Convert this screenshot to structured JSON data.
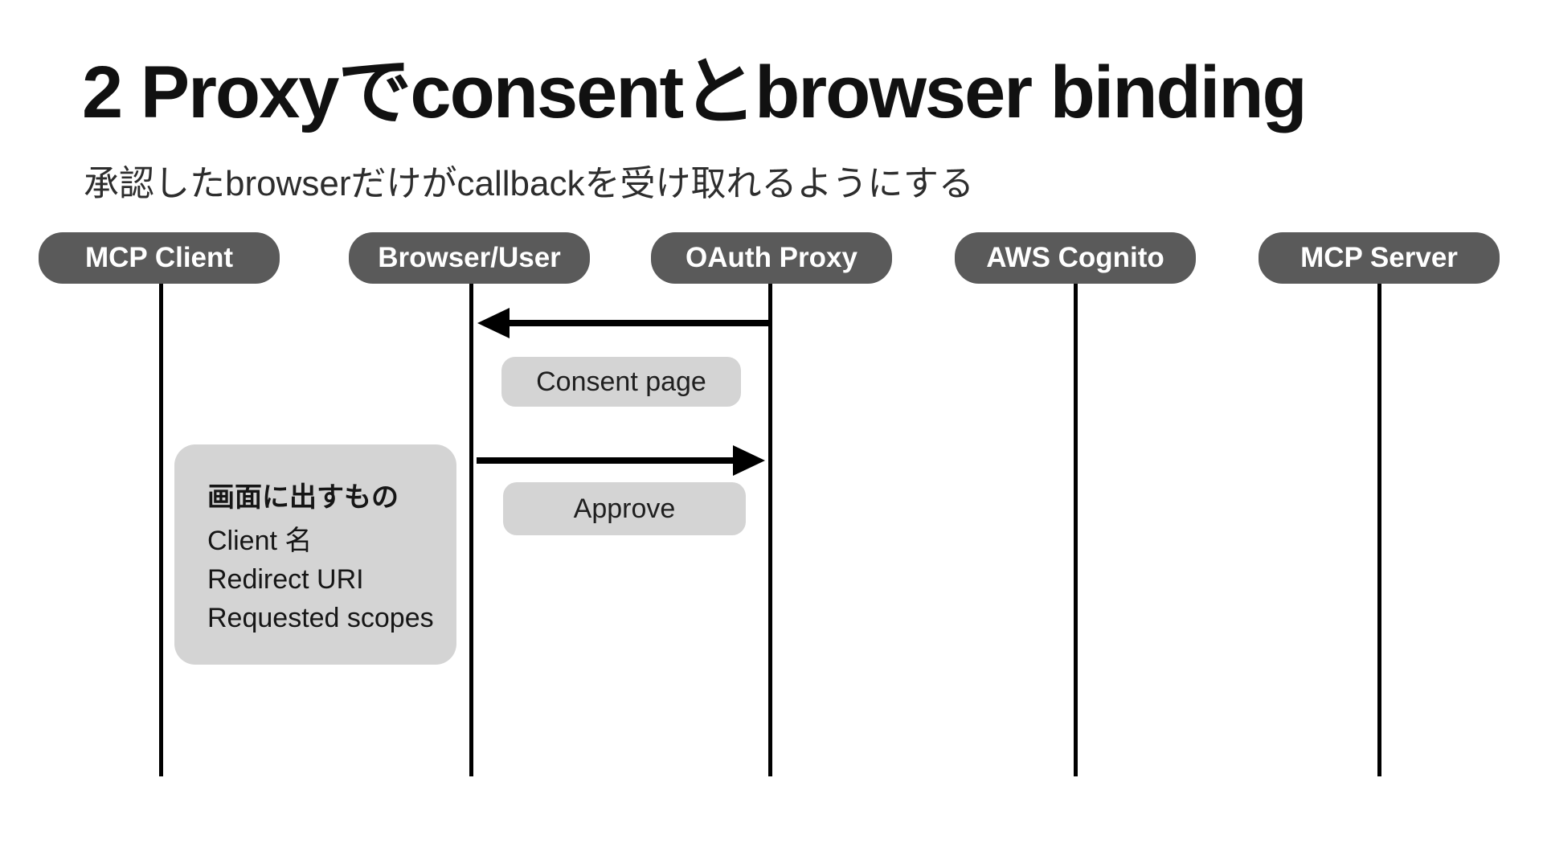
{
  "slide": {
    "title": "2 Proxyでconsentとbrowser binding",
    "subtitle": "承認したbrowserだけがcallbackを受け取れるようにする"
  },
  "diagram": {
    "type": "sequence",
    "actors": [
      {
        "label": "MCP Client"
      },
      {
        "label": "Browser/User"
      },
      {
        "label": "OAuth Proxy"
      },
      {
        "label": "AWS Cognito"
      },
      {
        "label": "MCP Server"
      }
    ],
    "messages": [
      {
        "label": "Consent page",
        "from": "OAuth Proxy",
        "to": "Browser/User",
        "direction": "left"
      },
      {
        "label": "Approve",
        "from": "Browser/User",
        "to": "OAuth Proxy",
        "direction": "right"
      }
    ],
    "note": {
      "heading": "画面に出すもの",
      "items": [
        {
          "label": "Client 名"
        },
        {
          "label": "Redirect URI"
        },
        {
          "label": "Requested scopes"
        }
      ]
    }
  },
  "colors": {
    "background": "#ffffff",
    "actor_fill": "#5a5a5a",
    "actor_text": "#ffffff",
    "label_fill": "#d4d4d4",
    "line_color": "#000000",
    "title_color": "#111111",
    "subtitle_color": "#2d2d2d"
  }
}
